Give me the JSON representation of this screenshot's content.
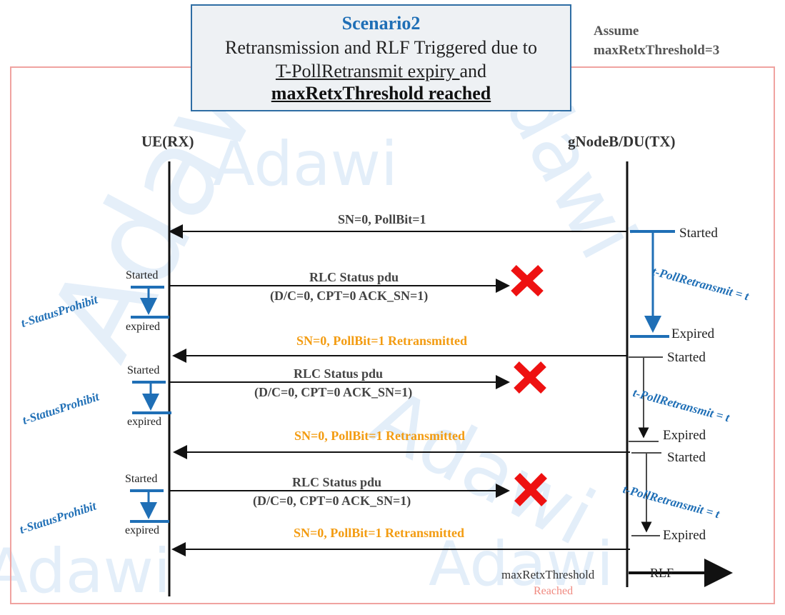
{
  "title": {
    "scenario": "Scenario2",
    "line1": "Retransmission and RLF Triggered due to",
    "line2_underlined": "T-PollRetransmit expiry ",
    "line2_rest": "and",
    "line3": "maxRetxThreshold  reached"
  },
  "assume": {
    "line1": "Assume",
    "line2": "maxRetxThreshold=3"
  },
  "entities": {
    "ue": "UE(RX)",
    "gnb": "gNodeB/DU(TX)"
  },
  "messages": {
    "first_poll": "SN=0, PollBit=1",
    "status_title": "RLC Status pdu",
    "status_detail": "(D/C=0, CPT=0 ACK_SN=1)",
    "retransmitted": "SN=0, PollBit=1 Retransmitted"
  },
  "timers": {
    "started": "Started",
    "expired": "Expired",
    "ue_started": "Started",
    "ue_expired": "expired",
    "t_status_prohibit": "t-StatusProhibit",
    "t_poll_retransmit": "t-PollRetransmit = t"
  },
  "rlf": {
    "max_retx_label": "maxRetxThreshold",
    "reached": "Reached",
    "rlf_label": "RLF"
  },
  "watermark": "Adawi",
  "colors": {
    "blue": "#1f6fb6",
    "orange": "#f39c12",
    "red_cross": "#ee1111",
    "frame": "#f0a3a0"
  }
}
